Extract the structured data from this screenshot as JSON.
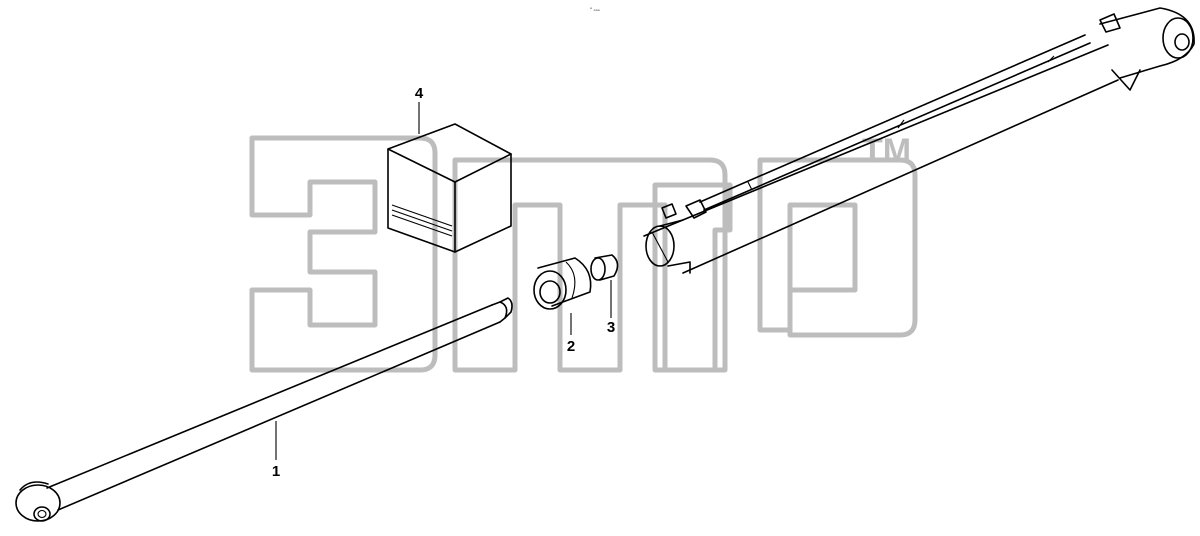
{
  "header": {
    "drawing_code": "ᵒ ₒₒₒ"
  },
  "watermark": {
    "trademark": "TM"
  },
  "parts": [
    {
      "id": "part-1",
      "number": "1"
    },
    {
      "id": "part-2",
      "number": "2"
    },
    {
      "id": "part-3",
      "number": "3"
    },
    {
      "id": "part-4",
      "number": "4"
    }
  ],
  "colors": {
    "lines": "#000000",
    "watermark": "#bdbdbd",
    "background": "#ffffff"
  }
}
